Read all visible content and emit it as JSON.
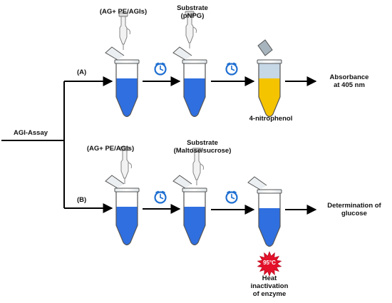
{
  "root_label": "AGI-Assay",
  "rows": [
    {
      "id": "A",
      "label": "(A)",
      "step1_label": "(AG+ PE/AGIs)",
      "substrate_label": [
        "Substrate",
        "(pNPG)"
      ],
      "product_label": "4-nitrophenol",
      "result_label": [
        "Absorbance",
        "at 405 nm"
      ]
    },
    {
      "id": "B",
      "label": "(B)",
      "step1_label": "(AG+ PE/AGIs)",
      "substrate_label": [
        "Substrate",
        "(Maltose/sucrose)"
      ],
      "heat_badge": "95°C",
      "heat_label": [
        "Heat",
        "inactivation",
        "of enzyme"
      ],
      "result_label": [
        "Determination of",
        "glucose"
      ]
    }
  ],
  "colors": {
    "liquid_blue": "#2f6fe0",
    "liquid_yellow": "#f5c400",
    "clock_blue": "#1f6fd1",
    "heat_red": "#e3122a",
    "line": "#000000"
  },
  "icons": [
    "eppendorf-tube-icon",
    "pipette-icon",
    "clock-icon",
    "heat-burst-icon"
  ]
}
